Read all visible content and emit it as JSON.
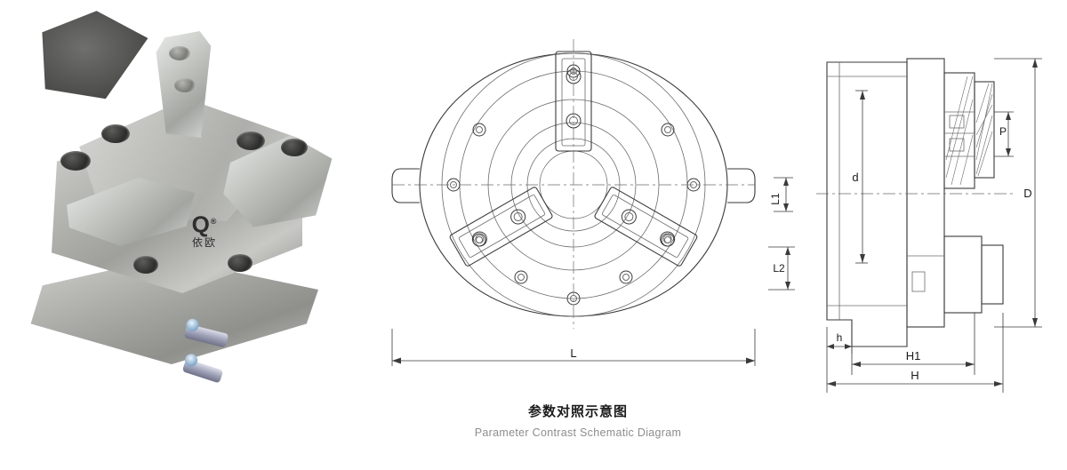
{
  "photo": {
    "name": "pneumatic-3-jaw-chuck-photo",
    "brand": {
      "mark": "Q",
      "registered": "®",
      "chinese": "依欧"
    },
    "alt": "Three-jaw pneumatic rotary chuck, photo"
  },
  "front_view": {
    "name": "front-view-drawing",
    "labels": {
      "L": "L",
      "L1": "L1",
      "L2": "L2"
    }
  },
  "side_view": {
    "name": "side-view-drawing",
    "labels": {
      "D": "D",
      "d": "d",
      "P": "P",
      "H": "H",
      "H1": "H1",
      "h": "h"
    }
  },
  "caption": {
    "chinese": "参数对照示意图",
    "english": "Parameter Contrast Schematic Diagram"
  },
  "colors": {
    "line": "#3a3a3a",
    "thin_line": "#6b6b6b",
    "caption_cn": "#1b1b1b",
    "caption_en": "#8d8d8d",
    "background": "#ffffff"
  }
}
